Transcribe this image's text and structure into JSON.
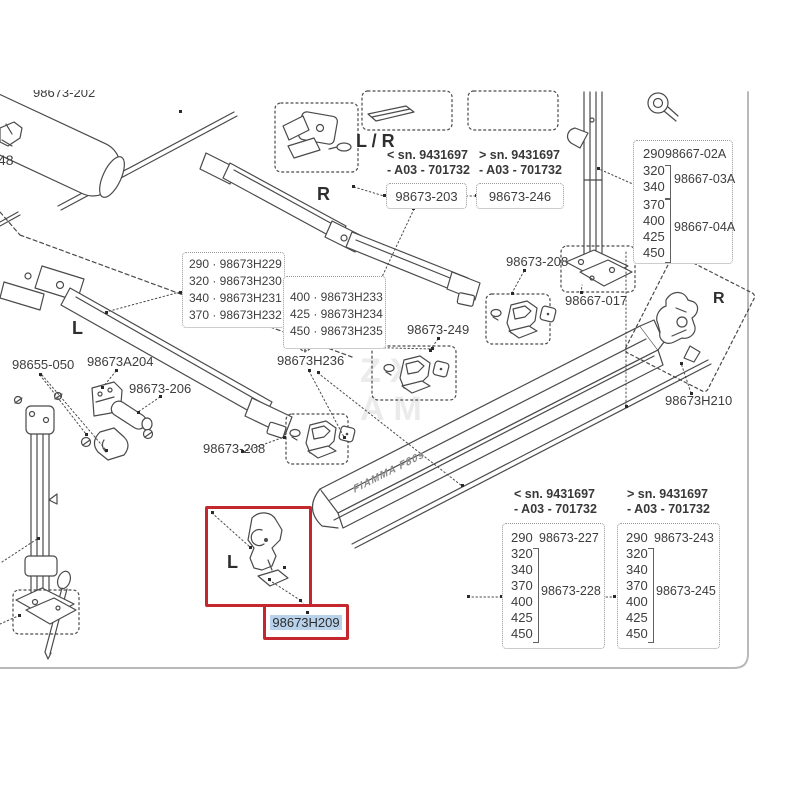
{
  "colors": {
    "accent_red": "#c4272e",
    "selection_blue": "#b9d2ec",
    "line_gray": "#4a4a4a",
    "frame_gray": "#b9b9b9"
  },
  "watermark": {
    "line1": "ZX",
    "line2": "AM"
  },
  "case_logo": "FIAMMA F80s",
  "letters": {
    "top_lr": "L / R",
    "top_r": "R",
    "left_l": "L",
    "right_r": "R",
    "red_l": "L"
  },
  "serials": {
    "lt_line1": "< sn. 9431697",
    "lt_line2": "- A03 - 701732",
    "gt_line1": "> sn. 9431697",
    "gt_line2": "- A03 - 701732"
  },
  "parts": {
    "roller_tube": "98673-202",
    "tube_partial": "48",
    "bracket_pre": "98673-203",
    "bracket_post": "98673-246",
    "clamp": "98655-050",
    "knuckle": "98673A204",
    "roller": "98673-206",
    "wall_bracket": "98673-208",
    "foot_plate": "98667-017",
    "bracket_249": "98673-249",
    "arm_h236": "98673H236",
    "endcap_right": "98673H210",
    "endcap_left_selected": "98673H209"
  },
  "leg_table": {
    "rows": [
      {
        "sizes": [
          "290"
        ],
        "part": "98667-02A"
      },
      {
        "sizes": [
          "320",
          "340"
        ],
        "part": "98667-03A"
      },
      {
        "sizes": [
          "370",
          "400",
          "425",
          "450"
        ],
        "part": "98667-04A"
      }
    ]
  },
  "arm_tables": {
    "left_rows": [
      "290 · 98673H229",
      "320 · 98673H230",
      "340 · 98673H231",
      "370 · 98673H232"
    ],
    "right_rows": [
      "400 · 98673H233",
      "425 · 98673H234",
      "450 · 98673H235"
    ]
  },
  "case_tables": {
    "pre": {
      "header1": "< sn. 9431697",
      "header2": "- A03 - 701732",
      "rows": [
        {
          "sizes": [
            "290"
          ],
          "part": "98673-227"
        },
        {
          "sizes": [
            "320",
            "340",
            "370",
            "400",
            "425",
            "450"
          ],
          "part": "98673-228"
        }
      ]
    },
    "post": {
      "header1": "> sn. 9431697",
      "header2": "- A03 - 701732",
      "rows": [
        {
          "sizes": [
            "290"
          ],
          "part": "98673-243"
        },
        {
          "sizes": [
            "320",
            "340",
            "370",
            "400",
            "425",
            "450"
          ],
          "part": "98673-245"
        }
      ]
    }
  }
}
